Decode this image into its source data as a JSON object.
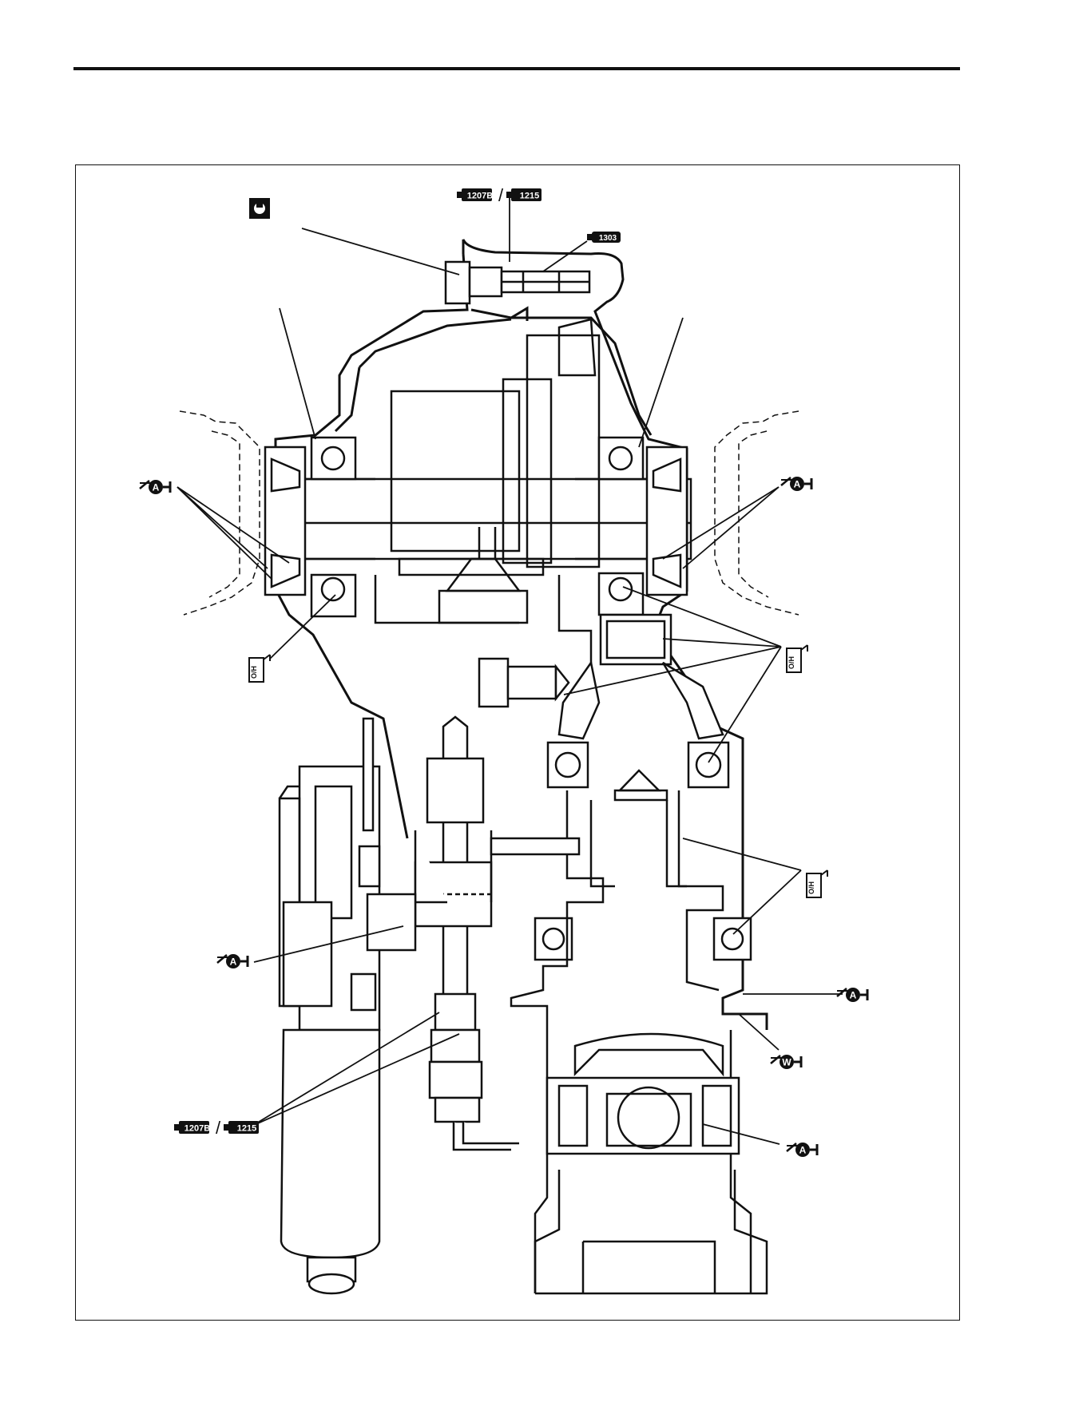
{
  "page": {
    "sealant_a": "1207B",
    "sealant_b": "1215",
    "separator": "/",
    "threadlock": "1303",
    "oil_symbol": "O/H",
    "grease_a_letter": "A",
    "grease_w_letter": "W"
  },
  "colors": {
    "ink": "#111111",
    "paper": "#ffffff"
  },
  "icons": {
    "torque": "torque-wrench-icon",
    "sealant": "sealant-tube-icon",
    "threadlock": "threadlock-bottle-icon",
    "oil": "oil-can-icon",
    "grease": "grease-gun-icon"
  }
}
